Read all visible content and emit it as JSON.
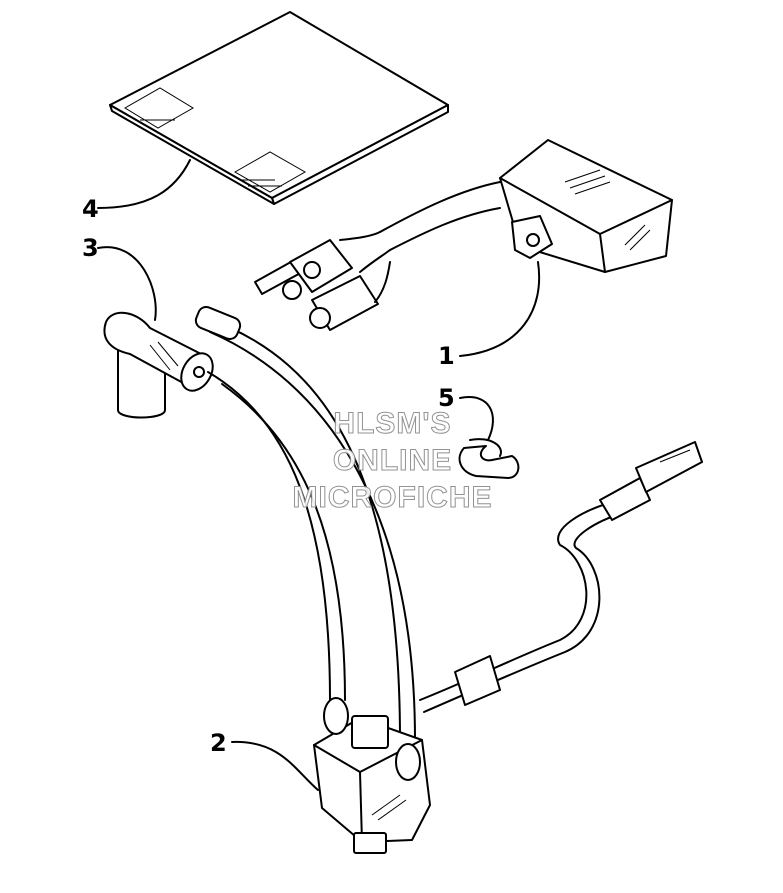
{
  "callouts": {
    "c1": "1",
    "c2": "2",
    "c3": "3",
    "c4": "4",
    "c5": "5"
  },
  "watermark": {
    "line1": "HLSM'S",
    "line2": "ONLINE",
    "line3": "MICROFICHE"
  },
  "colors": {
    "line": "#000000",
    "background": "#ffffff",
    "watermark_outline": "#8a8a8a"
  }
}
